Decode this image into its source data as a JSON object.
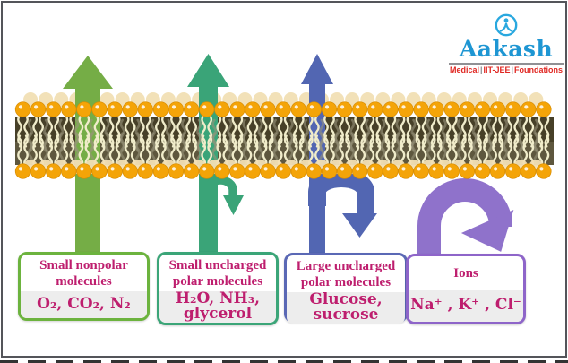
{
  "brand": {
    "name": "Aakash",
    "name_color": "#1E96D3",
    "tagline_parts": [
      "Medical",
      "IIT-JEE",
      "Foundations"
    ],
    "tagline_separator": "|",
    "tagline_color": "#E02823",
    "icon": "person-in-circle-icon",
    "icon_color": "#29A8DF"
  },
  "membrane": {
    "head_color": "#F4A408",
    "head_stroke": "#D88C00",
    "faded_head_color": "#F1DFB4",
    "band_color_upper": "#474028",
    "band_color_lower": "#5E573E",
    "tail_color": "#F0ECCA",
    "gray_tail_color": "#9A947C"
  },
  "arrows": [
    {
      "name": "small-nonpolar-through-arrow",
      "color": "#75AD46"
    },
    {
      "name": "small-polar-through-with-small-return-arrow",
      "color": "#3AA478"
    },
    {
      "name": "large-polar-mostly-blocked-arrow",
      "color": "#5266B2"
    },
    {
      "name": "ions-blocked-u-turn-arrow",
      "color": "#8F72CB"
    }
  ],
  "boxes": [
    {
      "title": "Small nonpolar\nmolecules",
      "formula": "O₂, CO₂, N₂",
      "border_color": "#6CB33E"
    },
    {
      "title": "Small uncharged\npolar molecules",
      "formula": "H₂O,  NH₃,\nglycerol",
      "border_color": "#3BA578"
    },
    {
      "title": "Large uncharged\npolar molecules",
      "formula": "Glucose,\nsucrose",
      "border_color": "#5A68B5"
    },
    {
      "title": "Ions",
      "formula": "Na⁺ , K⁺ , Cl⁻",
      "border_color": "#8E65C9"
    }
  ],
  "text_color": "#BE1E6E"
}
